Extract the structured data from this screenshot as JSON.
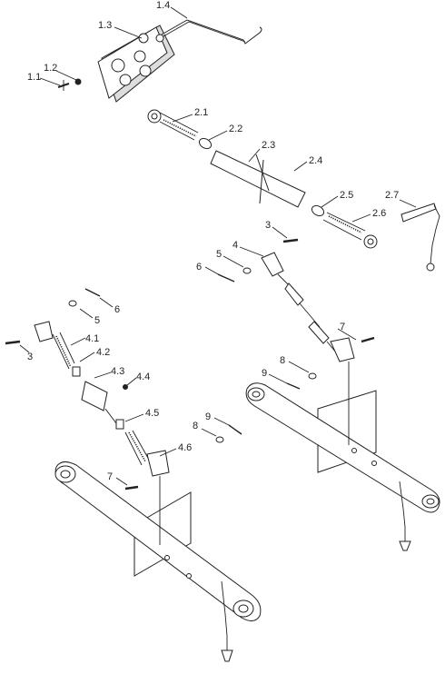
{
  "labels": {
    "l1_1": "1.1",
    "l1_2": "1.2",
    "l1_3": "1.3",
    "l1_4": "1.4",
    "l2_1": "2.1",
    "l2_2": "2.2",
    "l2_3": "2.3",
    "l2_4": "2.4",
    "l2_5": "2.5",
    "l2_6": "2.6",
    "l2_7": "2.7",
    "r3": "3",
    "r4": "4",
    "r5": "5",
    "r6": "6",
    "r7": "7",
    "r8": "8",
    "r9": "9",
    "l6": "6",
    "l5": "5",
    "l3": "3",
    "l4_1": "4.1",
    "l4_2": "4.2",
    "l4_3": "4.3",
    "l4_4": "4.4",
    "l4_5": "4.5",
    "l4_6": "4.6",
    "l8": "8",
    "l9": "9",
    "l7": "7"
  }
}
